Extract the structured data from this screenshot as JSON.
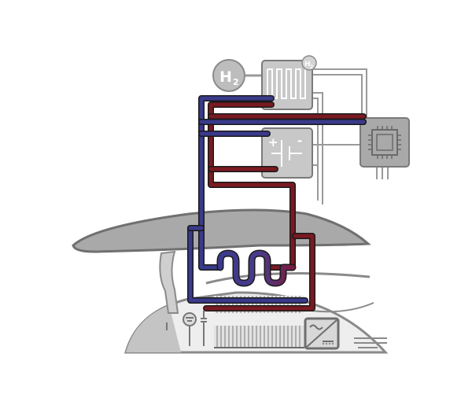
{
  "hydrogen_tank": {
    "symbol": "H",
    "subscript": "2"
  },
  "fuel_cell": {
    "badge_symbol": "H",
    "badge_subscript": "2"
  },
  "battery": {
    "plus": "+",
    "minus": "-"
  },
  "colors": {
    "cold_loop": "#3a3a8c",
    "hot_loop": "#7a1a22",
    "component_fill": "#c8c8c8",
    "component_stroke": "#7a7a7a",
    "wing_fill": "#a9a9a9",
    "fuselage_fill": "#eeeeee",
    "electrical_line": "#9a9a9a"
  },
  "icons": [
    "hydrogen-tank-icon",
    "fuel-cell-icon",
    "battery-icon",
    "processor-chip-icon",
    "inverter-icon",
    "heat-exchanger-icon",
    "motor-fan-icon",
    "capacitor-icon"
  ]
}
